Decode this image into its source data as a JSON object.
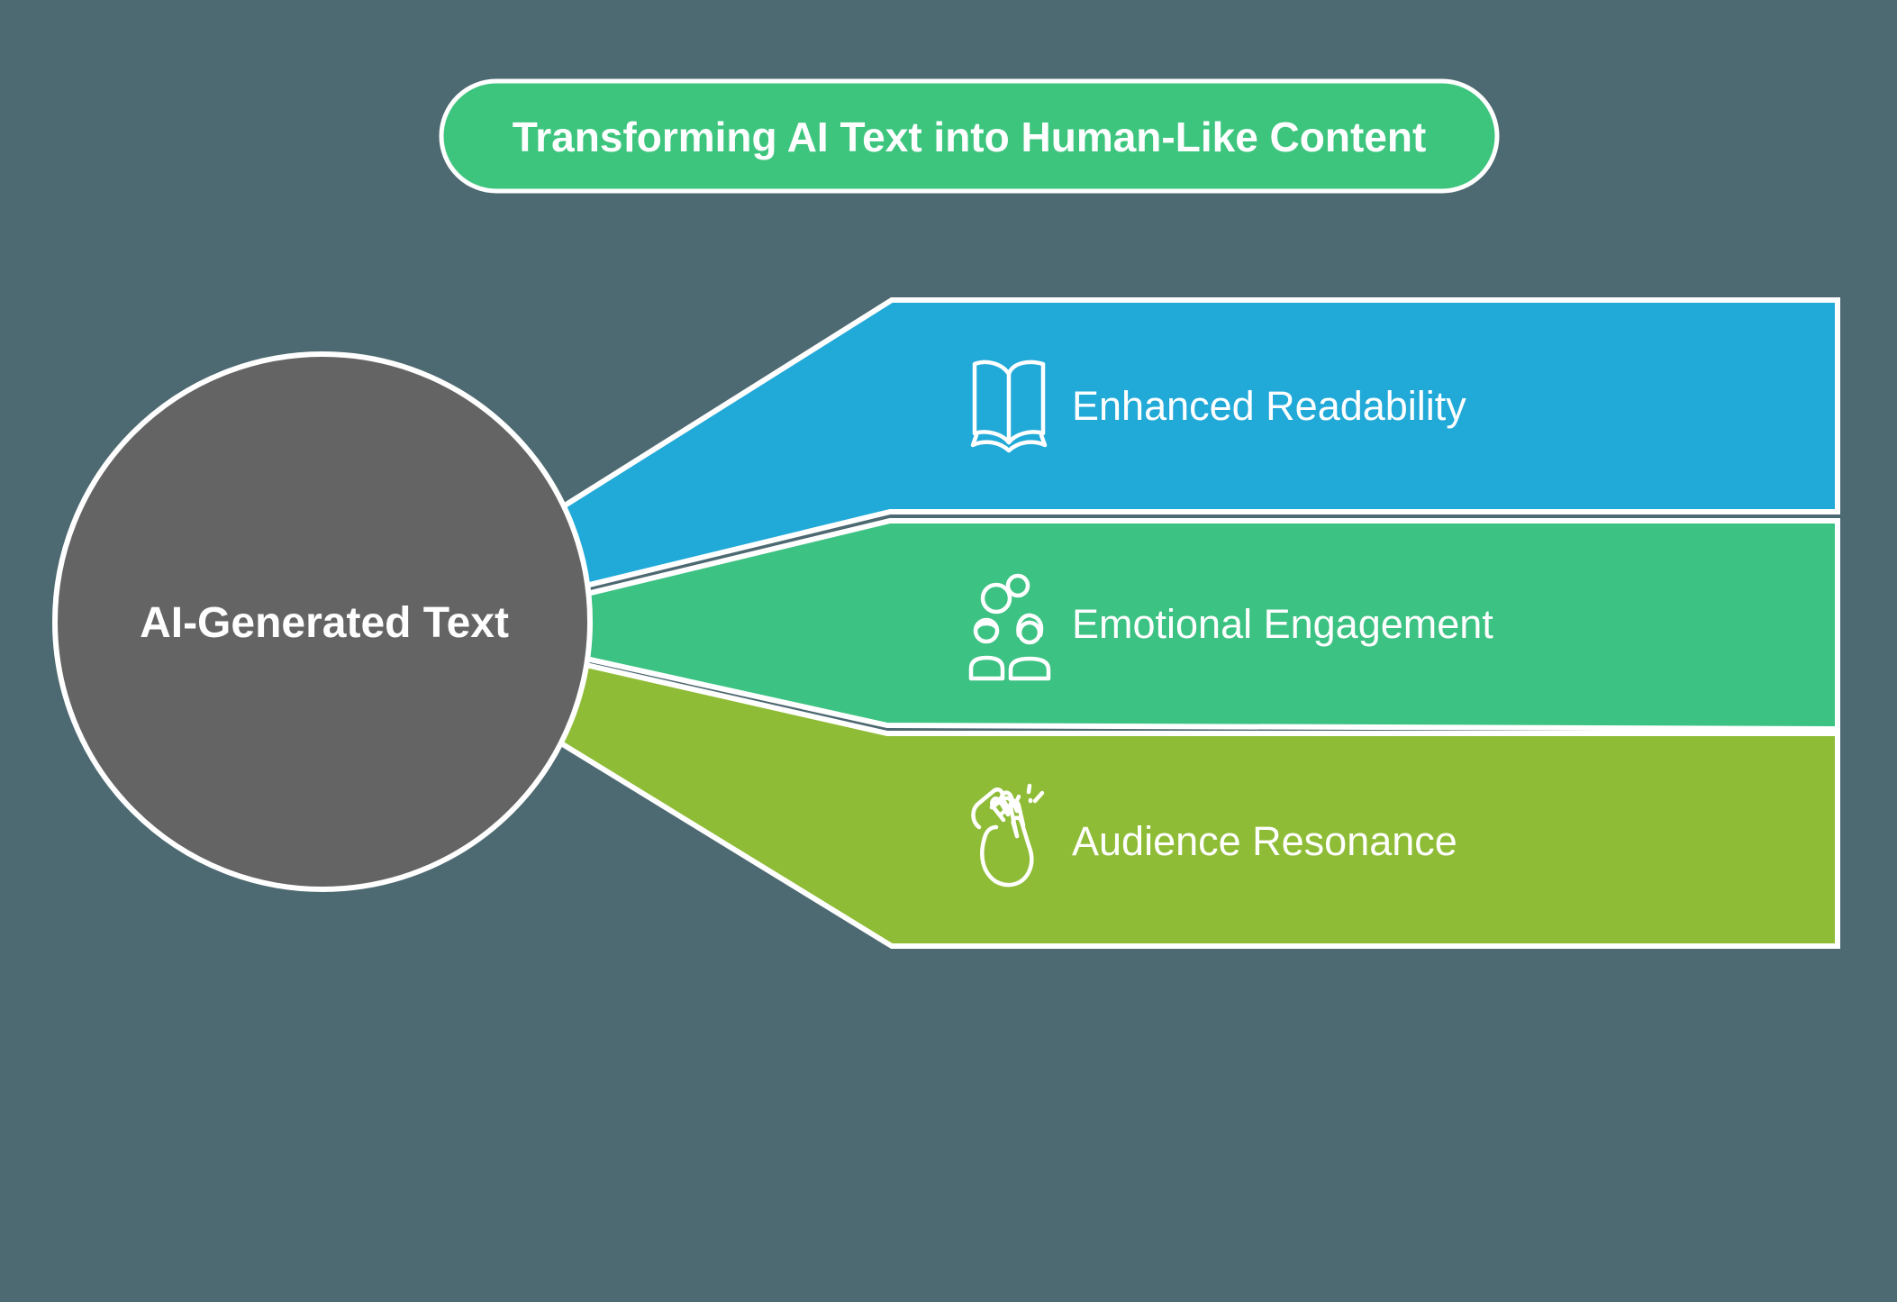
{
  "page": {
    "background": "#4d6971"
  },
  "title": {
    "label": "Transforming AI Text into Human-Like Content",
    "fill": "#3dc57e"
  },
  "center_node": {
    "label": "AI-Generated Text",
    "fill": "#646464"
  },
  "branches": [
    {
      "label": "Enhanced Readability",
      "icon": "open-book-icon",
      "fill": "#21a9d8"
    },
    {
      "label": "Emotional Engagement",
      "icon": "people-partnership-icon",
      "fill": "#3cc282"
    },
    {
      "label": "Audience Resonance",
      "icon": "clapping-hands-icon",
      "fill": "#8ebc36"
    }
  ],
  "stroke_color": "#ffffff"
}
